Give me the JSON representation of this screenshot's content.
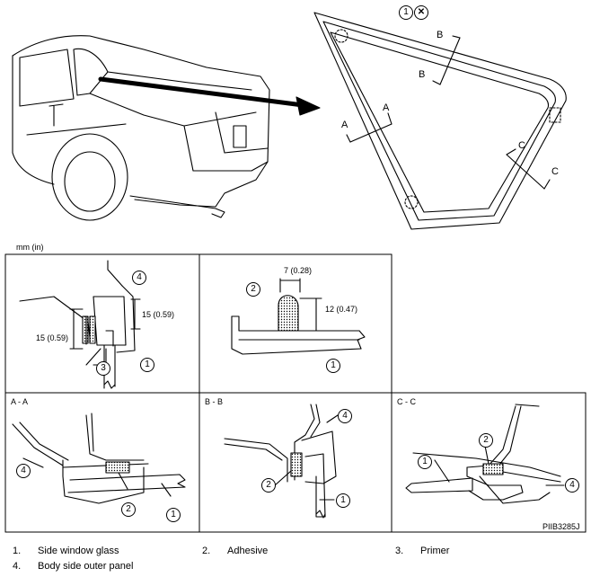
{
  "units_label": "mm (in)",
  "callouts": {
    "c1": "1",
    "c2": "2",
    "c3": "3",
    "c4": "4"
  },
  "section_marks": {
    "a": "A",
    "b": "B",
    "c": "C"
  },
  "dimensions": {
    "d15_left": "15 (0.59)",
    "d15_right": "15 (0.59)",
    "d7": "7 (0.28)",
    "d12": "12 (0.47)"
  },
  "section_titles": {
    "aa": "A - A",
    "bb": "B - B",
    "cc": "C - C"
  },
  "figure_code": "PIIB3285J",
  "legend": [
    {
      "num": "1.",
      "label": "Side window glass"
    },
    {
      "num": "2.",
      "label": "Adhesive"
    },
    {
      "num": "3.",
      "label": "Primer"
    },
    {
      "num": "4.",
      "label": "Body side outer panel"
    }
  ]
}
